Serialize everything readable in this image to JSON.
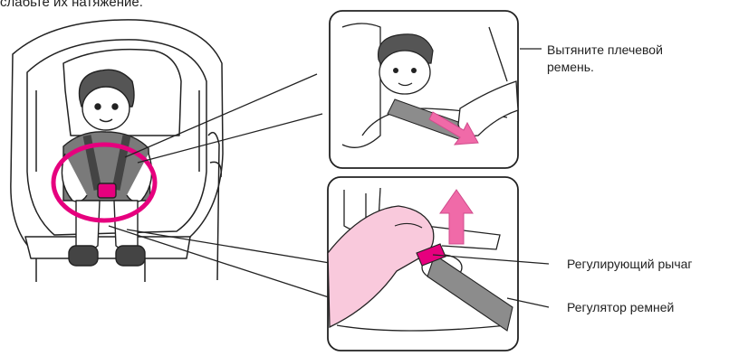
{
  "intro_text": "слабьте их натяжение.",
  "labels": {
    "pull_shoulder_belt": [
      "Вытяните плечевой",
      "ремень."
    ],
    "adjust_lever": "Регулирующий рычаг",
    "belt_adjuster": "Регулятор ремней"
  },
  "colors": {
    "highlight_magenta": "#e6007e",
    "pink_arrow": "#f06aa8",
    "hand_pink": "#f9c9dc",
    "belt_gray": "#8c8c8c",
    "vest_gray": "#7a7a7a"
  }
}
